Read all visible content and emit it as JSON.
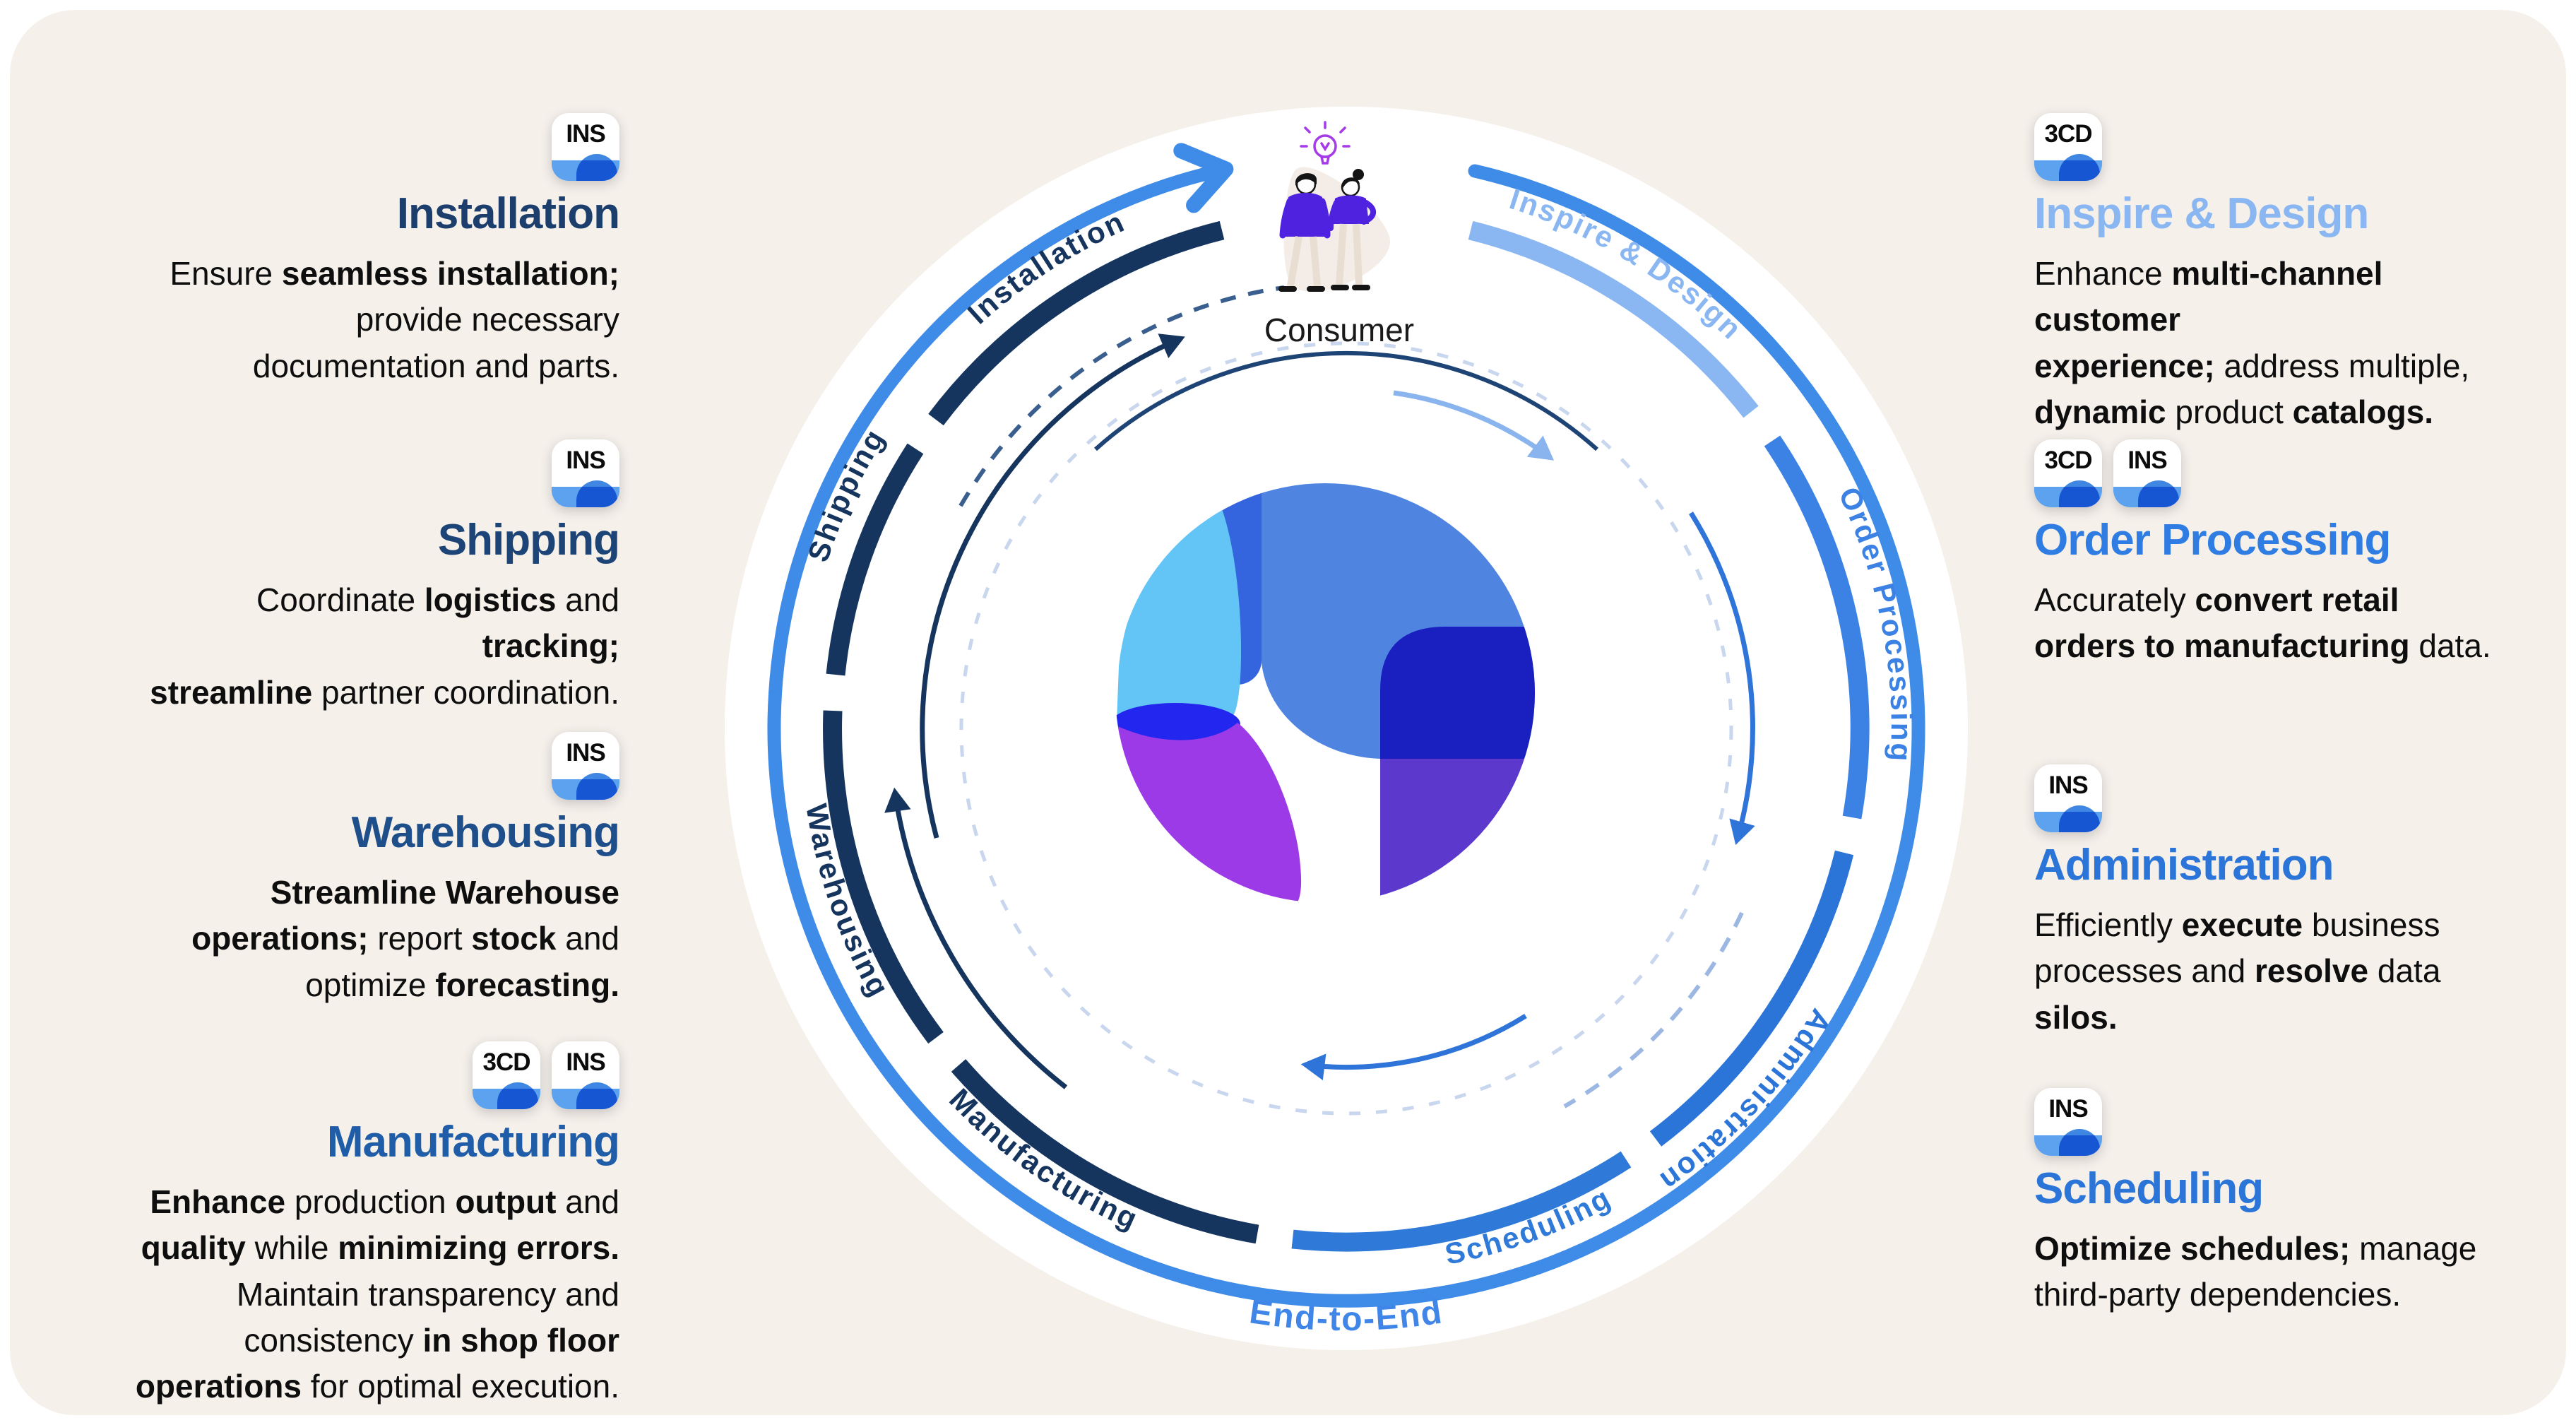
{
  "colors": {
    "page_bg": "#ffffff",
    "card_bg": "#f5f0ea",
    "disc_bg": "#ffffff",
    "outer_ring": "#3f8ce8",
    "navy": "#16355e",
    "dashed_ring": "#c8d6ee",
    "body_text": "#0e0e0e",
    "badge_bar": "#5da2ee",
    "badge_dome": "#3f87e2"
  },
  "sections": {
    "left": [
      {
        "id": "installation",
        "badges": [
          "INS"
        ],
        "title": "Installation",
        "title_color": "#1c3e6d",
        "runs": [
          {
            "t": "Ensure ",
            "b": false
          },
          {
            "t": "seamless installation;",
            "b": true
          },
          {
            "t": "\nprovide necessary\ndocumentation and parts.",
            "b": false
          }
        ]
      },
      {
        "id": "shipping",
        "badges": [
          "INS"
        ],
        "title": "Shipping",
        "title_color": "#1d4476",
        "runs": [
          {
            "t": "Coordinate ",
            "b": false
          },
          {
            "t": "logistics",
            "b": true
          },
          {
            "t": " and ",
            "b": false
          },
          {
            "t": "tracking;",
            "b": true
          },
          {
            "t": "\n",
            "b": false
          },
          {
            "t": "streamline",
            "b": true
          },
          {
            "t": " partner coordination.",
            "b": false
          }
        ]
      },
      {
        "id": "warehousing",
        "badges": [
          "INS"
        ],
        "title": "Warehousing",
        "title_color": "#1e4f8a",
        "runs": [
          {
            "t": "Streamline Warehouse\noperations;",
            "b": true
          },
          {
            "t": " report ",
            "b": false
          },
          {
            "t": "stock",
            "b": true
          },
          {
            "t": " and\noptimize ",
            "b": false
          },
          {
            "t": "forecasting.",
            "b": true
          }
        ]
      },
      {
        "id": "manufacturing",
        "badges": [
          "3CD",
          "INS"
        ],
        "title": "Manufacturing",
        "title_color": "#1f5da8",
        "runs": [
          {
            "t": "Enhance",
            "b": true
          },
          {
            "t": " production ",
            "b": false
          },
          {
            "t": "output",
            "b": true
          },
          {
            "t": " and\n",
            "b": false
          },
          {
            "t": "quality",
            "b": true
          },
          {
            "t": " while ",
            "b": false
          },
          {
            "t": "minimizing errors.",
            "b": true
          },
          {
            "t": "\nMaintain transparency and\nconsistency ",
            "b": false
          },
          {
            "t": "in shop floor\noperations",
            "b": true
          },
          {
            "t": " for optimal execution.",
            "b": false
          }
        ]
      }
    ],
    "right": [
      {
        "id": "inspire-design",
        "badges": [
          "3CD"
        ],
        "title": "Inspire & Design",
        "title_color": "#8ab7f2",
        "runs": [
          {
            "t": "Enhance ",
            "b": false
          },
          {
            "t": "multi-channel customer\nexperience;",
            "b": true
          },
          {
            "t": " address multiple,\n",
            "b": false
          },
          {
            "t": "dynamic",
            "b": true
          },
          {
            "t": " product ",
            "b": false
          },
          {
            "t": "catalogs.",
            "b": true
          }
        ]
      },
      {
        "id": "order-processing",
        "badges": [
          "3CD",
          "INS"
        ],
        "title": "Order Processing",
        "title_color": "#2f7ce2",
        "runs": [
          {
            "t": "Accurately ",
            "b": false
          },
          {
            "t": "convert retail\norders to manufacturing",
            "b": true
          },
          {
            "t": " data.",
            "b": false
          }
        ]
      },
      {
        "id": "administration",
        "badges": [
          "INS"
        ],
        "title": "Administration",
        "title_color": "#2b74d8",
        "runs": [
          {
            "t": "Efficiently ",
            "b": false
          },
          {
            "t": "execute",
            "b": true
          },
          {
            "t": " business\nprocesses and ",
            "b": false
          },
          {
            "t": "resolve",
            "b": true
          },
          {
            "t": " data ",
            "b": false
          },
          {
            "t": "silos.",
            "b": true
          }
        ]
      },
      {
        "id": "scheduling",
        "badges": [
          "INS"
        ],
        "title": "Scheduling",
        "title_color": "#2b74d8",
        "runs": [
          {
            "t": "Optimize schedules;",
            "b": true
          },
          {
            "t": " manage\nthird-party dependencies.",
            "b": false
          }
        ]
      }
    ]
  },
  "diagram": {
    "consumer_label": "Consumer",
    "end_to_end_label": "End-to-End",
    "end_to_end_color": "#3f86e8",
    "segments": [
      {
        "label": "Inspire & Design",
        "color": "#8ab7f2"
      },
      {
        "label": "Order Processing",
        "color": "#3b82e4"
      },
      {
        "label": "Administration",
        "color": "#2b74d8"
      },
      {
        "label": "Scheduling",
        "color": "#2f7ad8"
      },
      {
        "label": "Manufacturing",
        "color": "#16355e"
      },
      {
        "label": "Warehousing",
        "color": "#16355e"
      },
      {
        "label": "Shipping",
        "color": "#16355e"
      },
      {
        "label": "Installation",
        "color": "#16355e"
      }
    ],
    "logo_colors": {
      "sky": "#63c5f5",
      "royal_band": "#3465de",
      "medium_blue": "#4f85e0",
      "indigo_square": "#1a20c0",
      "violet": "#5c38cc",
      "magenta": "#9c3ae8",
      "indigo_wedge": "#2226ee"
    }
  }
}
